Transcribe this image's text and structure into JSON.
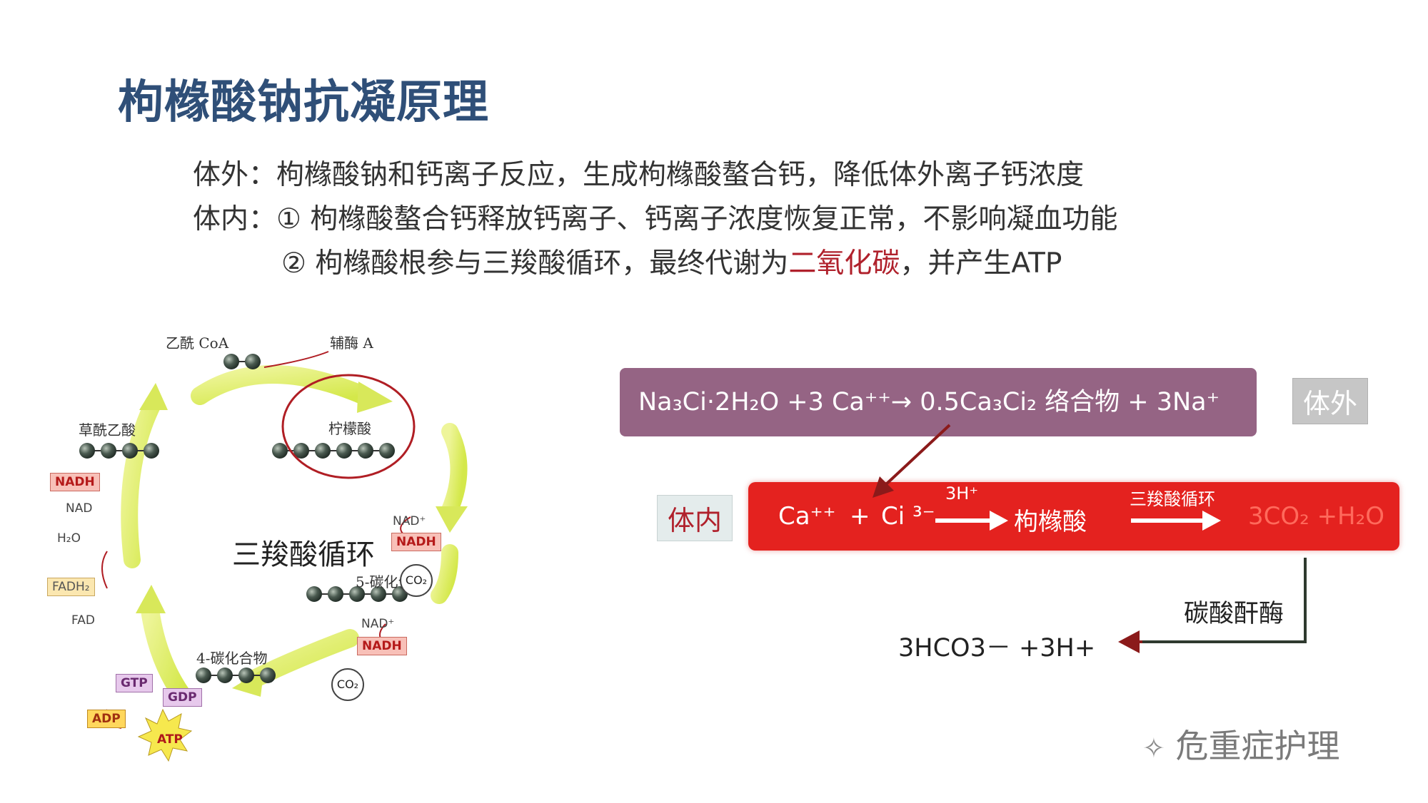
{
  "title": "枸橼酸钠抗凝原理",
  "text": {
    "line1": "体外：枸橼酸钠和钙离子反应，生成枸橼酸螯合钙，降低体外离子钙浓度",
    "line2": "体内：① 枸橼酸螯合钙释放钙离子、钙离子浓度恢复正常，不影响凝血功能",
    "line3_pre": "② 枸橼酸根参与三羧酸循环，最终代谢为",
    "line3_red": "二氧化碳",
    "line3_post": "，并产生ATP"
  },
  "cycle": {
    "center": "三羧酸循环",
    "acetyl_coa": "乙酰 CoA",
    "coa": "辅酶 A",
    "citrate": "柠檬酸",
    "oxaloacetate": "草酰乙酸",
    "c5": "5-碳化合物",
    "c4": "4-碳化合物",
    "nad_plus": "NAD⁺",
    "nadh": "NADH",
    "co2": "CO₂",
    "h2o": "H₂O",
    "fadh2": "FADH₂",
    "fad": "FAD",
    "gtp": "GTP",
    "gdp": "GDP",
    "adp": "ADP",
    "atp": "ATP",
    "nad": "NAD"
  },
  "reaction": {
    "outside_equation": "Na₃Ci·2H₂O +3 Ca⁺⁺→ 0.5Ca₃Ci₂ 络合物 + 3Na⁺",
    "outside_label": "体外",
    "inside_label": "体内",
    "ca": "Ca⁺⁺",
    "plus": "+",
    "ci": "Ci ³⁻",
    "h_plus": "3H⁺",
    "citric_acid": "枸橼酸",
    "tca": "三羧酸循环",
    "product": "3CO₂ +H₂O",
    "enzyme": "碳酸酐酶",
    "bicarbonate": "3HCO3－ +3H+"
  },
  "watermark": "危重症护理",
  "colors": {
    "title": "#2f4f78",
    "purple_box": "#956484",
    "red_box": "#e4221f",
    "dark_red": "#8b1a1a",
    "accent_red": "#b0212c"
  }
}
